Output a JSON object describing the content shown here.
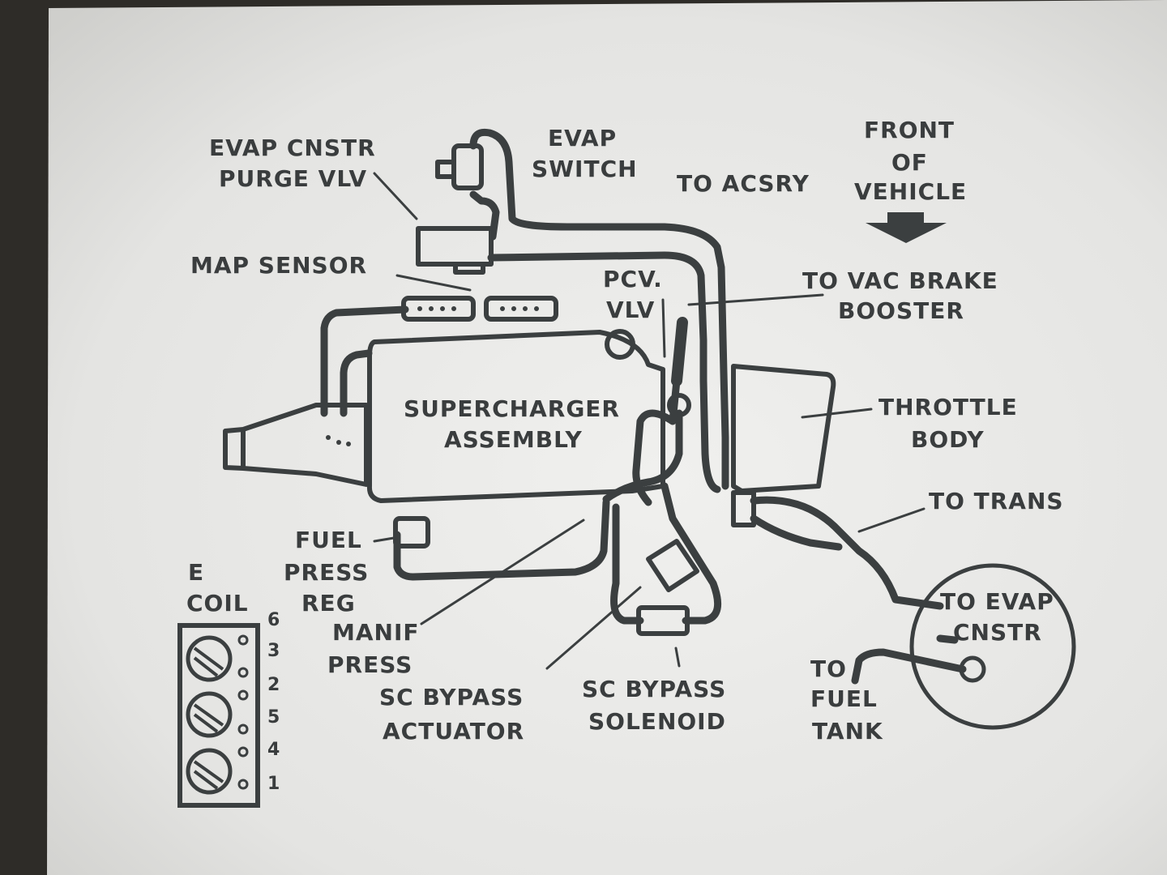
{
  "diagram": {
    "labels": {
      "evap_cnstr_purge_vlv": [
        "EVAP CNSTR",
        "PURGE VLV"
      ],
      "evap_switch": [
        "EVAP",
        "SWITCH"
      ],
      "to_acsry": "TO ACSRY",
      "front_of_vehicle": [
        "FRONT",
        "OF",
        "VEHICLE"
      ],
      "map_sensor": "MAP SENSOR",
      "pcv_vlv": [
        "PCV.",
        "VLV"
      ],
      "to_vac_brake_booster": [
        "TO VAC BRAKE",
        "BOOSTER"
      ],
      "supercharger_assembly": [
        "SUPERCHARGER",
        "ASSEMBLY"
      ],
      "throttle_body": [
        "THROTTLE",
        "BODY"
      ],
      "to_trans": "TO TRANS",
      "fuel_press_reg": [
        "FUEL",
        "PRESS",
        "REG"
      ],
      "e_coil": [
        "E",
        "COIL"
      ],
      "manif_press": [
        "MANIF",
        "PRESS"
      ],
      "sc_bypass_actuator": [
        "SC BYPASS",
        "ACTUATOR"
      ],
      "sc_bypass_solenoid": [
        "SC BYPASS",
        "SOLENOID"
      ],
      "to_evap_cnstr": [
        "TO EVAP",
        "CNSTR"
      ],
      "to_fuel_tank": [
        "TO",
        "FUEL",
        "TANK"
      ]
    },
    "coil_terminals": [
      "6",
      "3",
      "2",
      "5",
      "4",
      "1"
    ]
  },
  "colors": {
    "paper": "#eaeaea",
    "ink": "#3b3f40",
    "background": "#2b2a27"
  }
}
